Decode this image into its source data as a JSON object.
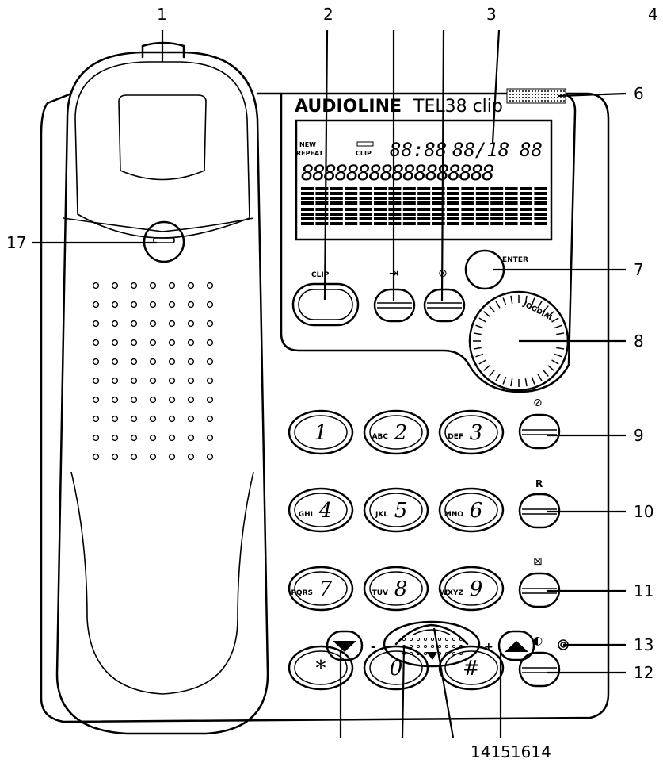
{
  "labels": {
    "c1": "1",
    "c2": "2",
    "c3": "3",
    "c4": "4",
    "c6": "6",
    "c7": "7",
    "c8": "8",
    "c9": "9",
    "c10": "10",
    "c11": "11",
    "c12": "12",
    "c13": "13",
    "c17": "17",
    "bottom": "14151614"
  },
  "phone": {
    "brand": "AUDIOLINE",
    "model": "TEL38 clip",
    "enter_label": "ENTER",
    "dial_label": "JOGDIAL",
    "clip_label": "CLIP"
  },
  "lcd": {
    "icon_new": "NEW",
    "icon_repeat": "REPEAT",
    "icon_clip": "CLIP",
    "time": "88:88",
    "date": "88/18",
    "count": "88",
    "digits": "88888888888888888"
  },
  "keypad": [
    {
      "main": "1",
      "sub": ""
    },
    {
      "main": "2",
      "sub": "ABC"
    },
    {
      "main": "3",
      "sub": "DEF"
    },
    {
      "main": "4",
      "sub": "GHI"
    },
    {
      "main": "5",
      "sub": "JKL"
    },
    {
      "main": "6",
      "sub": "MNO"
    },
    {
      "main": "7",
      "sub": "PQRS"
    },
    {
      "main": "8",
      "sub": "TUV"
    },
    {
      "main": "9",
      "sub": "WXYZ"
    },
    {
      "main": "*",
      "sub": ""
    },
    {
      "main": "0",
      "sub": ""
    },
    {
      "main": "#",
      "sub": ""
    }
  ],
  "volume": {
    "minus": "-",
    "plus": "+"
  }
}
